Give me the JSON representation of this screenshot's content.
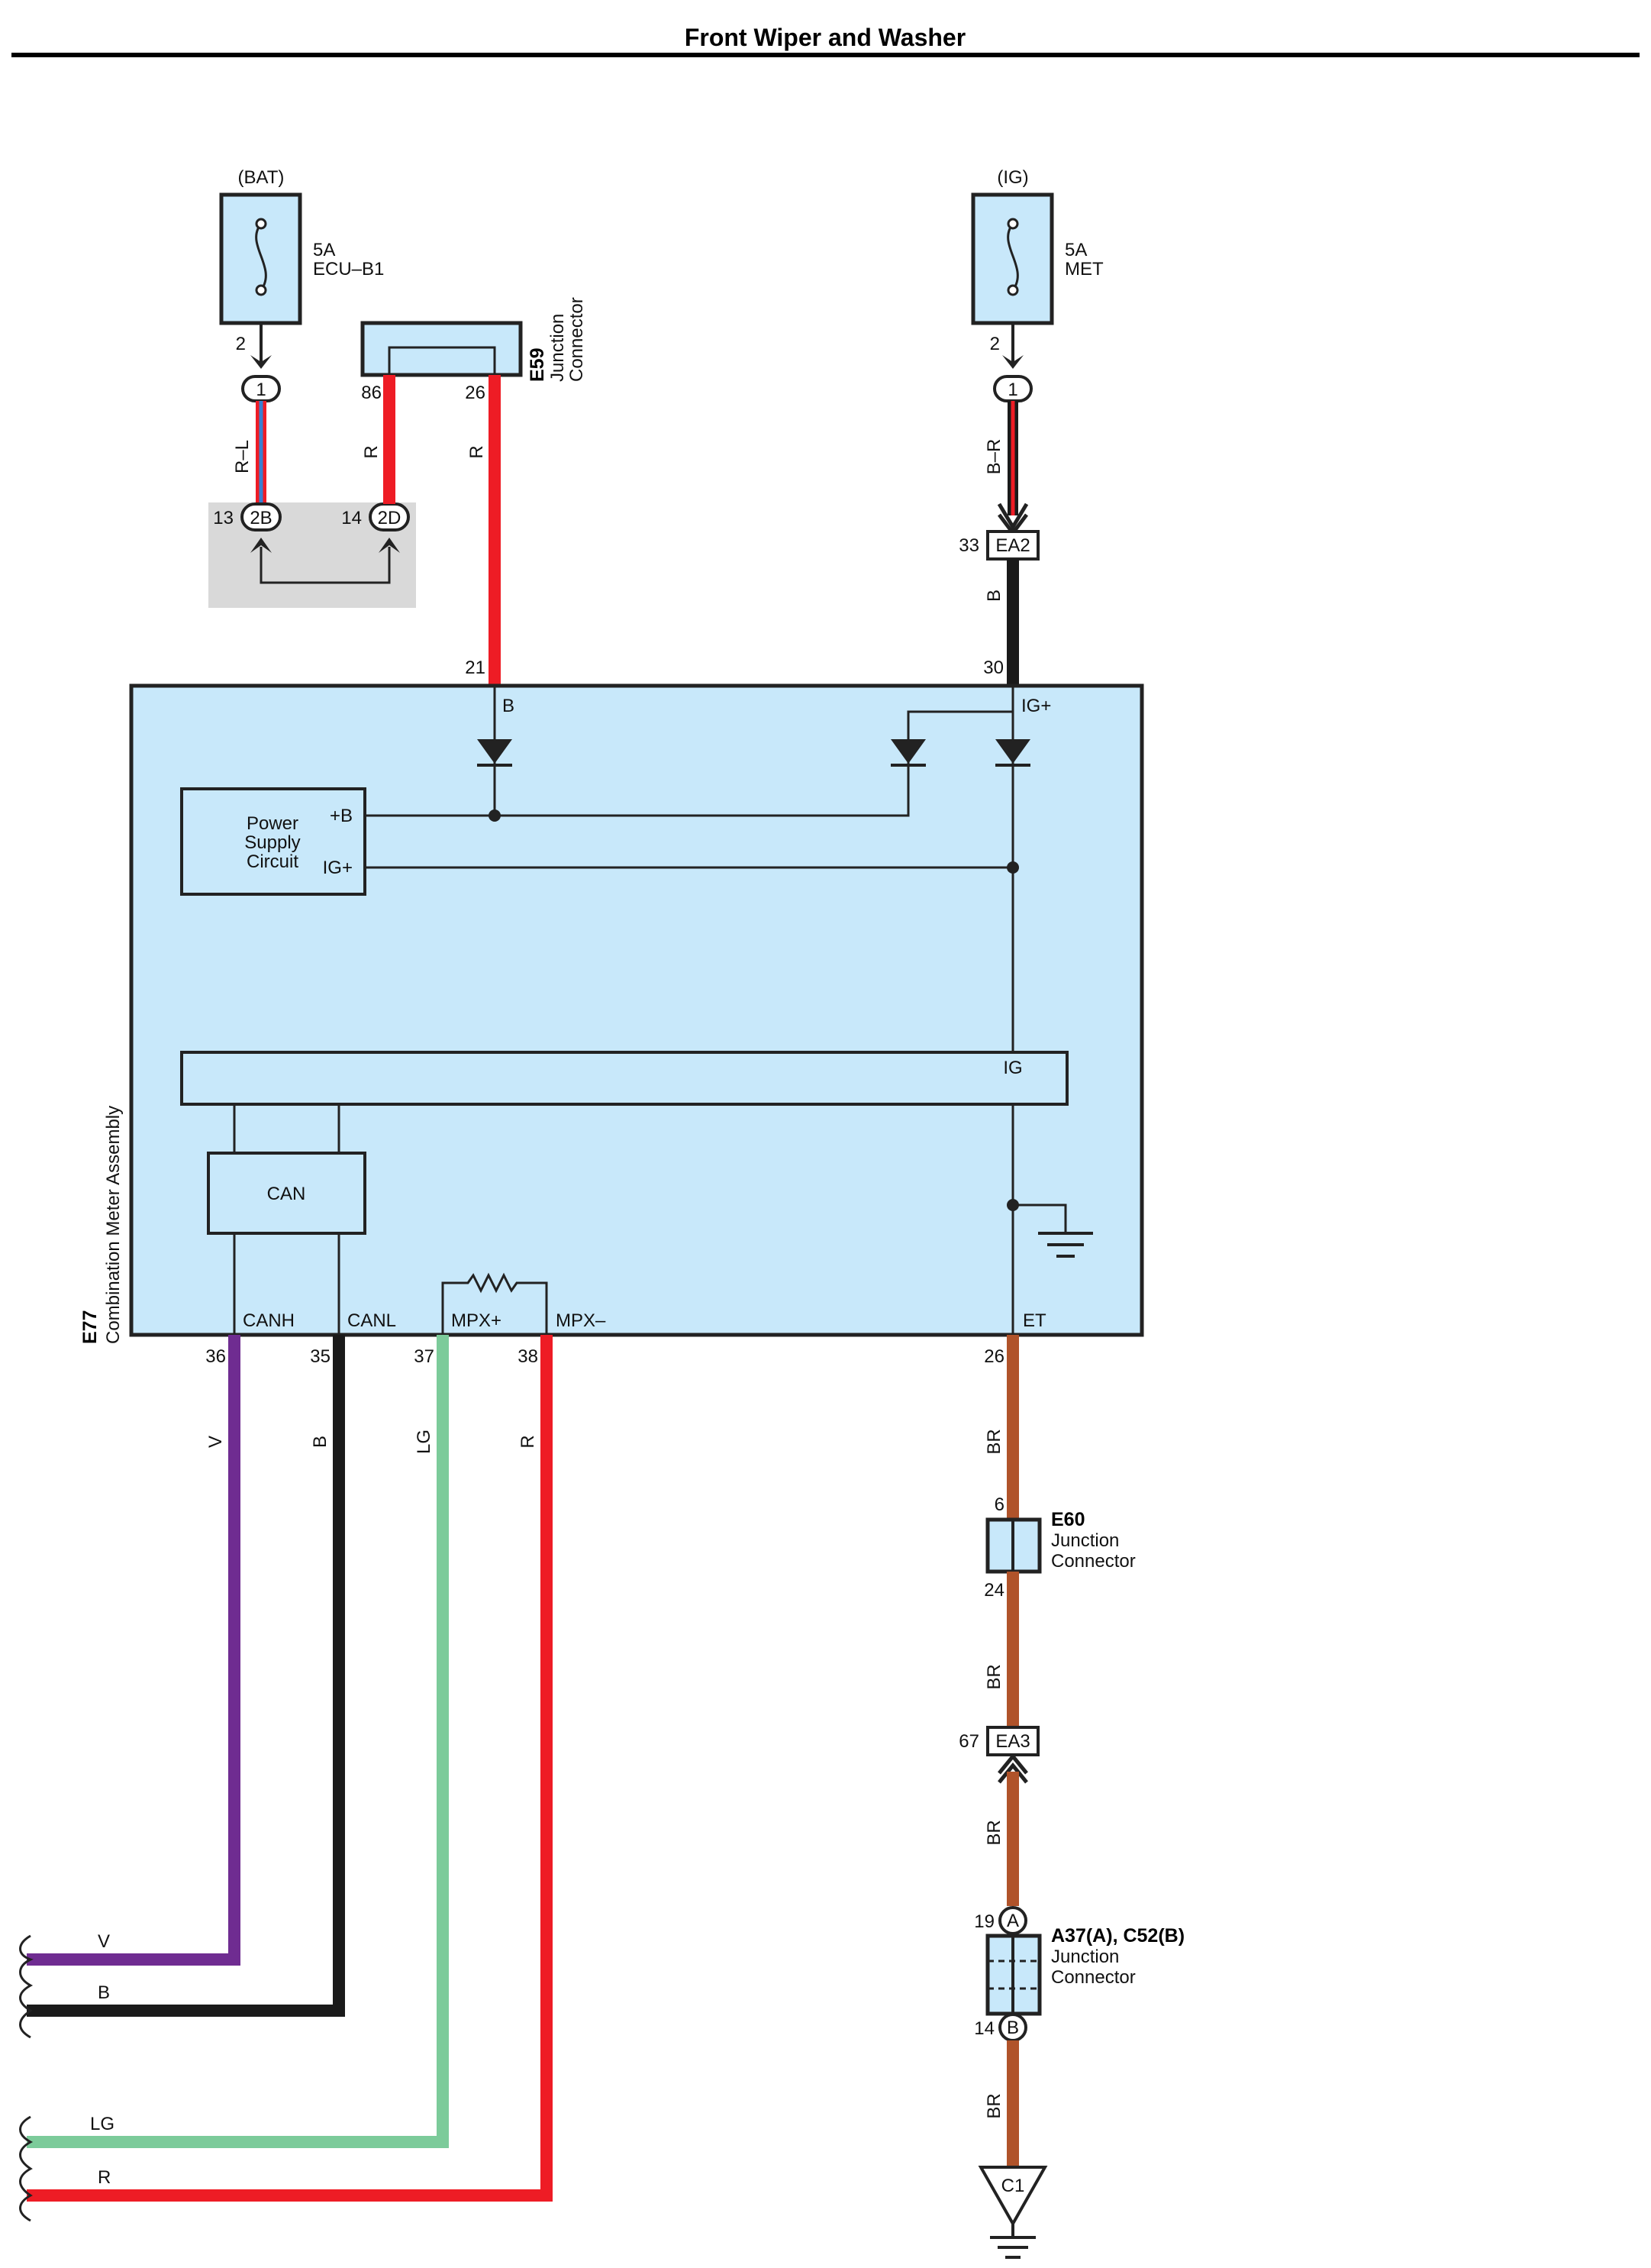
{
  "title": "Front Wiper and Washer",
  "fuses": {
    "bat": {
      "source": "(BAT)",
      "amp": "5A",
      "name": "ECU–B1",
      "pin": "2"
    },
    "ig": {
      "source": "(IG)",
      "amp": "5A",
      "name": "MET",
      "pin": "2"
    }
  },
  "connectors": {
    "bat_conn_pin": "1",
    "ig_conn_pin": "1",
    "c2b_label": "2B",
    "c2b_pin": "13",
    "c2d_label": "2D",
    "c2d_pin": "14",
    "e59": {
      "code": "E59",
      "line1": "Junction",
      "line2": "Connector",
      "pin_left": "86",
      "pin_right": "26"
    },
    "ea2": {
      "label": "EA2",
      "pin": "33"
    },
    "ea3": {
      "label": "EA3",
      "pin": "67"
    },
    "e60": {
      "code": "E60",
      "line1": "Junction",
      "line2": "Connector",
      "pin_top": "6",
      "pin_bottom": "24"
    },
    "a37": {
      "code": "A37(A), C52(B)",
      "line1": "Junction",
      "line2": "Connector",
      "pin_a": "19",
      "pin_b": "14",
      "mark_a": "A",
      "mark_b": "B"
    },
    "ground": {
      "label": "C1"
    }
  },
  "wires": {
    "rl": "R–L",
    "r86": "R",
    "r26": "R",
    "br_ig": "B–R",
    "b_ea2": "B",
    "v": "V",
    "b35": "B",
    "lg": "LG",
    "r38": "R",
    "br1": "BR",
    "br2": "BR",
    "br3": "BR",
    "br4": "BR"
  },
  "meter": {
    "code": "E77",
    "name": "Combination Meter Assembly",
    "pin_b": "21",
    "label_b": "B",
    "pin_ig": "30",
    "label_ig": "IG+",
    "psc_line1": "Power",
    "psc_line2": "Supply",
    "psc_line3": "Circuit",
    "psc_b": "+B",
    "psc_ig": "IG+",
    "bus_ig": "IG",
    "can": "CAN",
    "canh": "CANH",
    "canl": "CANL",
    "mpxp": "MPX+",
    "mpxm": "MPX–",
    "et": "ET",
    "pin_canh": "36",
    "pin_canl": "35",
    "pin_mpxp": "37",
    "pin_mpxm": "38",
    "pin_et": "26"
  },
  "left_outputs": {
    "v": "V",
    "b": "B",
    "lg": "LG",
    "r": "R"
  },
  "colors": {
    "red": "#ee1c25",
    "black": "#1a1a1a",
    "purple": "#6f2c91",
    "green": "#7ccb9a",
    "brown": "#b0532a",
    "blue": "#3a7fd0",
    "box": "#c8e8fa",
    "shade": "#d9d9d9"
  }
}
